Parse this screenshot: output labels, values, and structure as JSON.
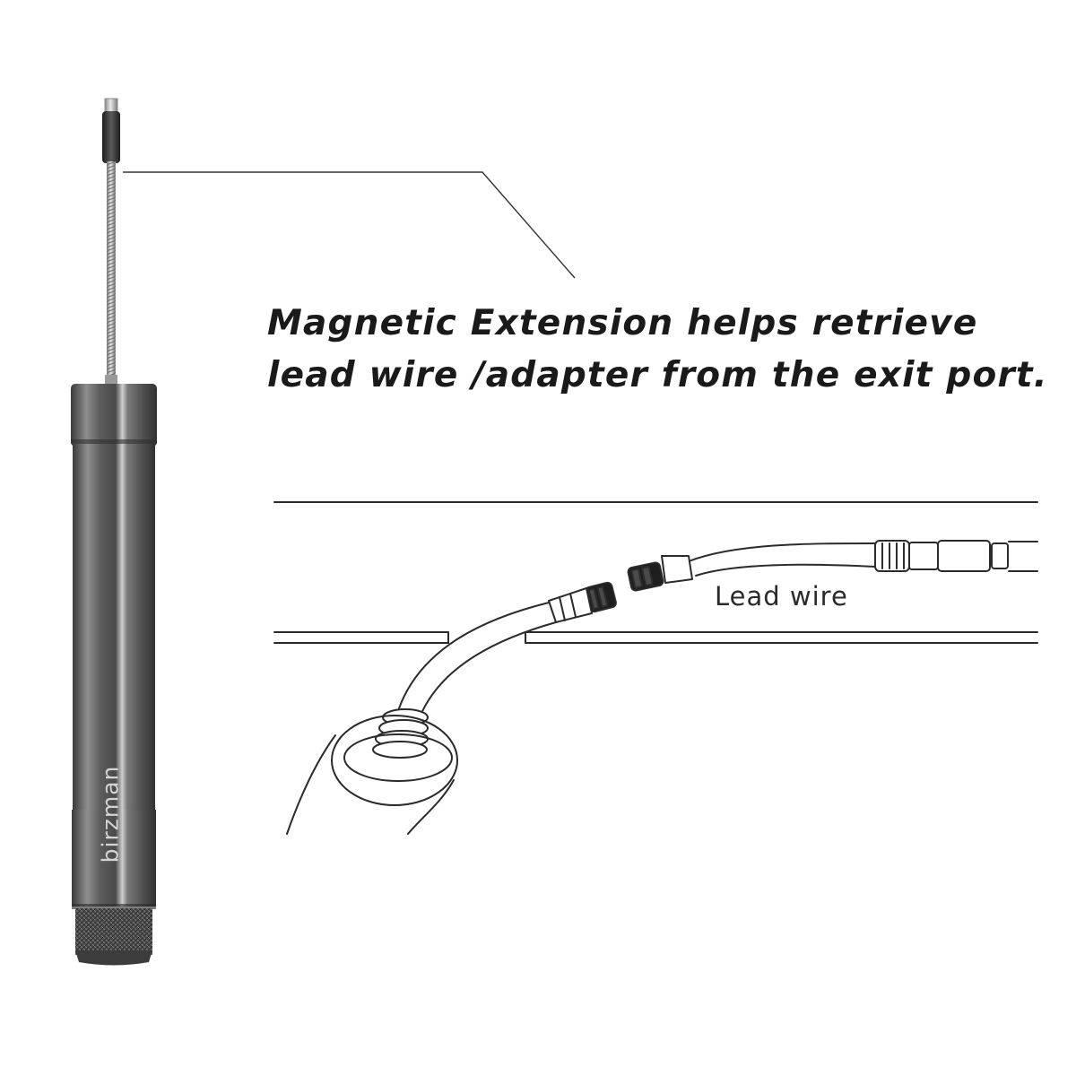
{
  "headline": {
    "line1": "Magnetic Extension helps retrieve",
    "line2": "lead wire /adapter from the exit port."
  },
  "illustration": {
    "lead_wire_label": "Lead wire"
  },
  "product": {
    "brand_mark": "birzman"
  },
  "colors": {
    "background": "#ffffff",
    "text": "#1a1a1a",
    "line_art": "#2b2b2b",
    "tool_body": "#5f5f5f"
  }
}
